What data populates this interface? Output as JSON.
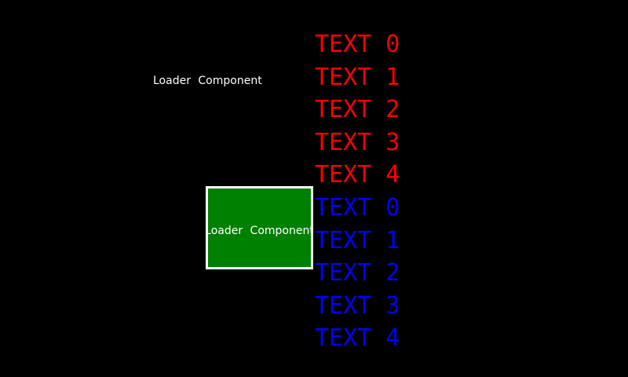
{
  "screen": {
    "background": "#000000"
  },
  "labels": {
    "standalone": "Loader Component",
    "in_box": "Loader Component",
    "color": "#ffffff"
  },
  "loader_box": {
    "fill": "#008000",
    "border_color": "#ffffff"
  },
  "list": {
    "items": [
      {
        "label": "TEXT 0",
        "color": "#ff0000"
      },
      {
        "label": "TEXT 1",
        "color": "#ff0000"
      },
      {
        "label": "TEXT 2",
        "color": "#ff0000"
      },
      {
        "label": "TEXT 3",
        "color": "#ff0000"
      },
      {
        "label": "TEXT 4",
        "color": "#ff0000"
      },
      {
        "label": "TEXT 0",
        "color": "#0000ff"
      },
      {
        "label": "TEXT 1",
        "color": "#0000ff"
      },
      {
        "label": "TEXT 2",
        "color": "#0000ff"
      },
      {
        "label": "TEXT 3",
        "color": "#0000ff"
      },
      {
        "label": "TEXT 4",
        "color": "#0000ff"
      }
    ]
  }
}
